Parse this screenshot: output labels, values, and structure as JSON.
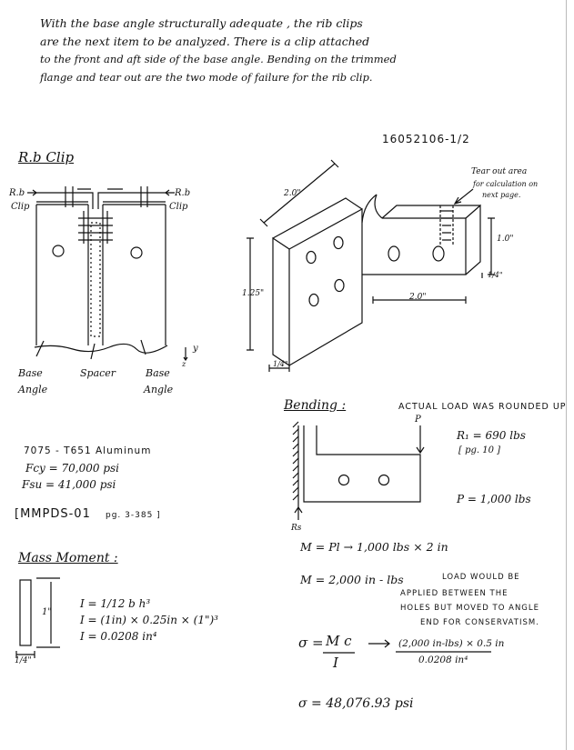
{
  "intro": [
    "With the base angle structurally adequate , the rib clips",
    "are the next item to be analyzed. There is a clip attached",
    "to the front and aft side of the base angle. Bending on the trimmed",
    "flange and tear out are the two mode of failure for the rib clip."
  ],
  "rib_clip": {
    "title": "R.b Clip",
    "rib_left": "R.b",
    "clip_left": "Clip",
    "rib_right": "R.b",
    "clip_right": "Clip",
    "base_left_1": "Base",
    "base_left_2": "Angle",
    "spacer": "Spacer",
    "base_right_1": "Base",
    "base_right_2": "Angle",
    "axis": "y",
    "axis_z": "z"
  },
  "iso": {
    "part_no": "16052106-1/2",
    "tear_note_1": "Tear out area",
    "tear_note_2": "for calculation on",
    "tear_note_3": "next page.",
    "dim_20_top": "2.0\"",
    "dim_10": "1.0\"",
    "dim_qtr_right": "1/4\"",
    "dim_125": "1.25\"",
    "dim_20_bottom": "2.0\"",
    "dim_qtr_bottom": "1/4\""
  },
  "material": {
    "alloy": "7075 - T651  Aluminum",
    "fcy": "Fcy = 70,000 psi",
    "fsu": "Fsu = 41,000 psi",
    "ref_a": "[MMPDS-01",
    "ref_b": "pg. 3-385 ]"
  },
  "mass_moment": {
    "title": "Mass Moment :",
    "h_dim": "1\"",
    "w_dim": "1/4\"",
    "eq1": "I = 1/12 b h³",
    "eq2": "I = (1in) × 0.25in × (1\")³",
    "eq3": "I = 0.0208 in⁴"
  },
  "bending": {
    "title": "Bending :",
    "note": "ACTUAL LOAD WAS ROUNDED UP",
    "p_label": "P",
    "r1": "R₁ = 690  lbs",
    "r1_ref": "[ pg. 10 ]",
    "p_value": "P = 1,000  lbs",
    "rs": "Rs",
    "m1": "M = Pl  →  1,000 lbs × 2 in",
    "m2": "M = 2,000  in - lbs",
    "note2_1": "LOAD WOULD BE",
    "note2_2": "APPLIED BETWEEN THE",
    "note2_3": "HOLES BUT MOVED TO ANGLE",
    "note2_4": "END FOR CONSERVATISM.",
    "sigma_lhs": "σ =",
    "mc": "M c",
    "i": "I",
    "num": "(2,000 in-lbs) × 0.5 in",
    "den": "0.0208 in⁴",
    "result": "σ = 48,076.93  psi"
  }
}
